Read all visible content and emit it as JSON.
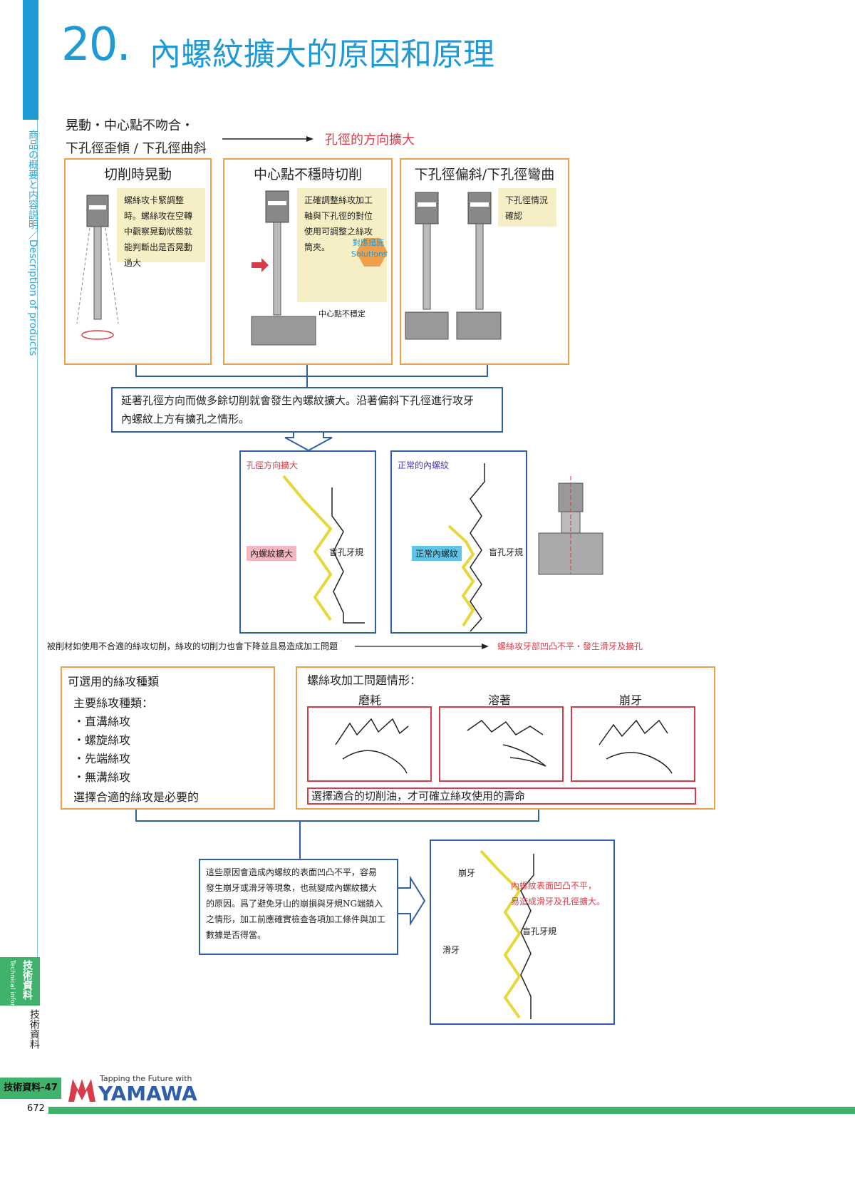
{
  "header": {
    "number": "20.",
    "title": "內螺紋擴大的原因和原理"
  },
  "side": {
    "vertical_ja": "商品の概要と内容説明／",
    "vertical_en": "Description of products",
    "tab_ja": "技術資料",
    "tab_en": "Technical information",
    "lower_ja": "技術資料"
  },
  "cause": {
    "line1": "晃動・中心點不吻合・",
    "line2": "下孔徑歪傾 / 下孔徑曲斜",
    "result": "孔徑的方向擴大"
  },
  "panels": [
    {
      "title": "切削時晃動",
      "note": "螺絲攻卡緊調整時。螺絲攻在空轉中觀察晃動狀態就能判斷出是否晃動過大"
    },
    {
      "title": "中心點不穩時切削",
      "note": "正確調整絲攻加工軸與下孔徑的對位使用可調整之絲攻筒夾。",
      "badge1": "對應措施",
      "badge2": "Solutions",
      "callout": "中心點不穩定"
    },
    {
      "title": "下孔徑偏斜/下孔徑彎曲",
      "note": "下孔徑情況確認"
    }
  ],
  "summary1": {
    "line1": "延著孔徑方向而做多餘切削就會發生內螺紋擴大。沿著偏斜下孔徑進行攻牙",
    "line2": "內螺紋上方有擴孔之情形。"
  },
  "thread_panels": [
    {
      "heading": "孔徑方向擴大",
      "tag": "內螺紋擴大",
      "gauge": "盲孔牙規"
    },
    {
      "heading": "正常的內螺紋",
      "tag": "正常內螺紋",
      "gauge": "盲孔牙規"
    }
  ],
  "cause2": {
    "text": "被削材如使用不合適的絲攻切削，絲攻的切削力也會下降並且易造成加工問題",
    "result": "螺絲攻牙部凹凸不平・發生滑牙及擴孔"
  },
  "tap_types": {
    "title": "可選用的絲攻種類",
    "subtitle": "主要絲攻種類：",
    "items": [
      "・直溝絲攻",
      "・螺旋絲攻",
      "・先端絲攻",
      "・無溝絲攻"
    ],
    "footer": "選擇合適的絲攻是必要的"
  },
  "problems": {
    "title": "螺絲攻加工問題情形：",
    "items": [
      "磨耗",
      "溶著",
      "崩牙"
    ],
    "footer": "選擇適合的切削油，才可確立絲攻使用的壽命"
  },
  "summary2": {
    "lines": [
      "這些原因會造成內螺紋的表面凹凸不平，容易",
      "發生崩牙或滑牙等現象，也就變成內螺紋擴大",
      "的原因。爲了避免牙山的崩損與牙規NG端鎖入",
      "之情形，加工前應確實檢查各項加工條件與加工",
      "數據是否得當。"
    ]
  },
  "final_diagram": {
    "label_chip": "崩牙",
    "label_slip": "滑牙",
    "red_line1": "內螺紋表面凹凸不平，",
    "red_line2": "易造成滑牙及孔徑擴大。",
    "gauge": "盲孔牙規"
  },
  "footer": {
    "tag": "技術資料-47",
    "slogan": "Tapping the Future with",
    "brand": "YAMAWA",
    "page": "672"
  },
  "colors": {
    "accent_blue": "#1e9bd7",
    "orange": "#f0a04b",
    "navy": "#2f5fa8",
    "red": "#d83c4a",
    "green": "#3fb36b"
  }
}
